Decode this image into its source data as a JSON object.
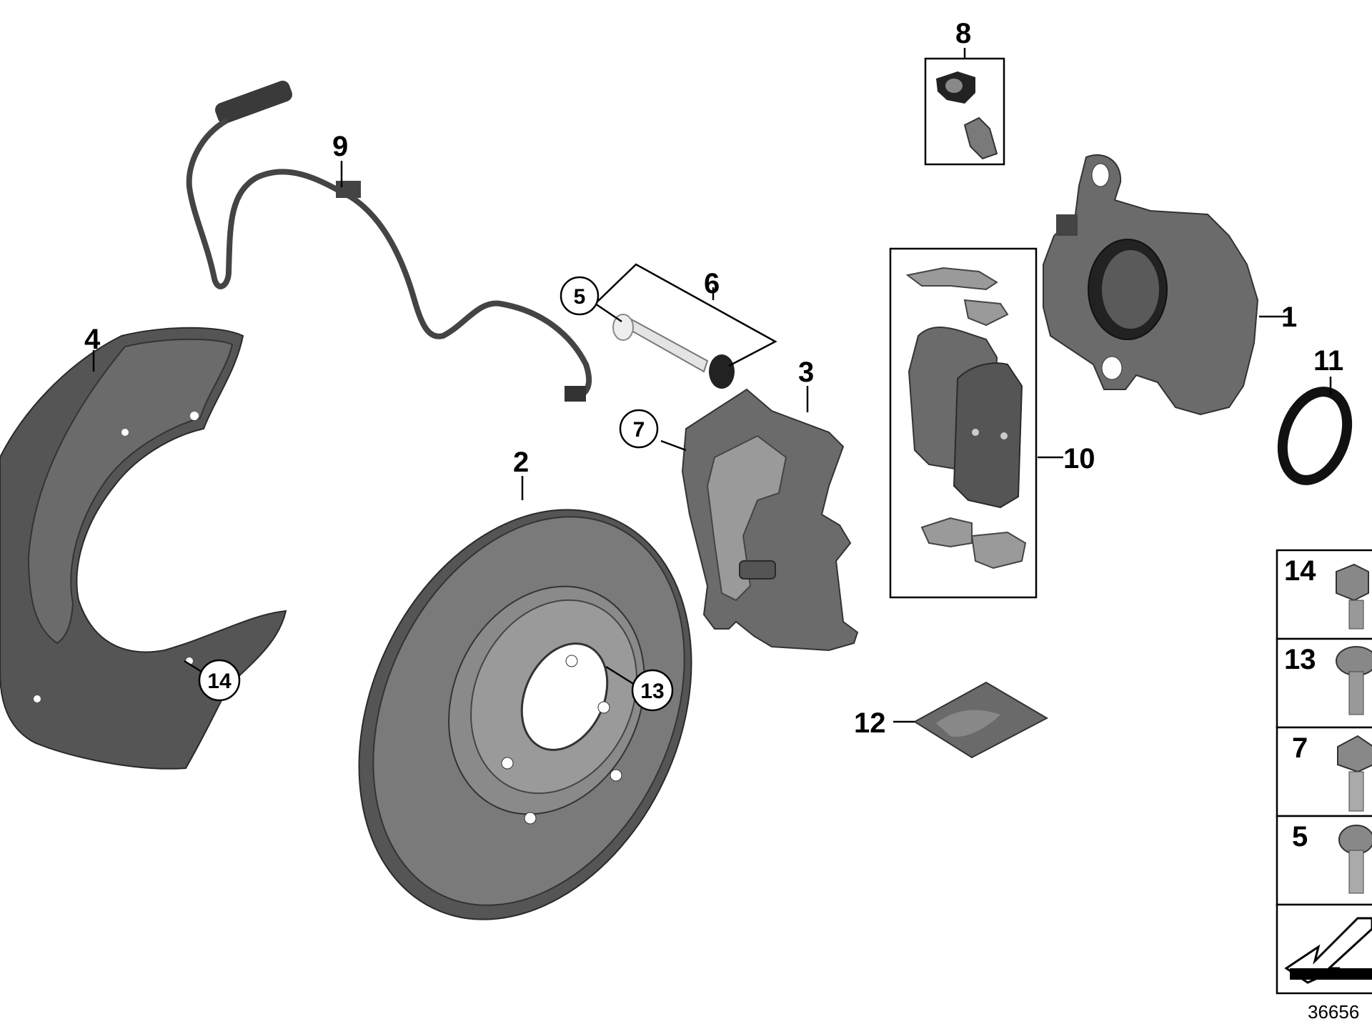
{
  "callouts": {
    "c1": "1",
    "c2": "2",
    "c3": "3",
    "c4": "4",
    "c5": "5",
    "c6": "6",
    "c7": "7",
    "c8": "8",
    "c9": "9",
    "c10": "10",
    "c11": "11",
    "c12": "12",
    "c13": "13",
    "c14": "14"
  },
  "fastener_panel": [
    "14",
    "13",
    "7",
    "5"
  ],
  "diagram_id": "36656",
  "colors": {
    "part_fill": "#6b6b6b",
    "part_dark": "#555555",
    "outline": "#000000",
    "background": "#ffffff"
  },
  "icons": [
    "brake-caliper-icon",
    "brake-disc-icon",
    "brake-pads-icon",
    "wear-sensor-icon",
    "splash-shield-icon",
    "bolt-icon",
    "seal-ring-icon",
    "grease-packet-icon",
    "arrow-icon"
  ]
}
